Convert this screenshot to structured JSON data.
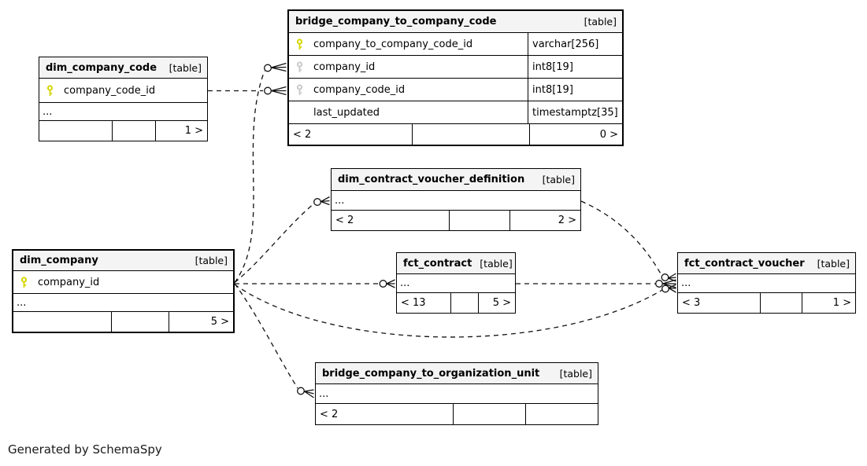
{
  "note": "Generated by SchemaSpy",
  "colors": {
    "primary_key": "#d6d600",
    "foreign_key": "#c9c9c9",
    "header_bg": "#f4f4f4",
    "border": "#000000"
  },
  "tables": {
    "bridge_company_to_company_code": {
      "name": "bridge_company_to_company_code",
      "badge": "[table]",
      "columns": [
        {
          "name": "company_to_company_code_id",
          "type": "varchar[256]",
          "key": "primary"
        },
        {
          "name": "company_id",
          "type": "int8[19]",
          "key": "foreign"
        },
        {
          "name": "company_code_id",
          "type": "int8[19]",
          "key": "foreign"
        },
        {
          "name": "last_updated",
          "type": "timestamptz[35]",
          "key": "none"
        }
      ],
      "footer": {
        "left": "< 2",
        "mid": "",
        "right": "0 >"
      }
    },
    "dim_company_code": {
      "name": "dim_company_code",
      "badge": "[table]",
      "columns": [
        {
          "name": "company_code_id",
          "key": "primary"
        }
      ],
      "ellipsis": "...",
      "footer": {
        "left": "",
        "mid": "",
        "right": "1 >"
      }
    },
    "dim_company": {
      "name": "dim_company",
      "badge": "[table]",
      "columns": [
        {
          "name": "company_id",
          "key": "primary"
        }
      ],
      "ellipsis": "...",
      "footer": {
        "left": "",
        "mid": "",
        "right": "5 >"
      }
    },
    "dim_contract_voucher_definition": {
      "name": "dim_contract_voucher_definition",
      "badge": "[table]",
      "ellipsis": "...",
      "footer": {
        "left": "< 2",
        "mid": "",
        "right": "2 >"
      }
    },
    "fct_contract": {
      "name": "fct_contract",
      "badge": "[table]",
      "ellipsis": "...",
      "footer": {
        "left": "< 13",
        "mid": "",
        "right": "5 >"
      }
    },
    "fct_contract_voucher": {
      "name": "fct_contract_voucher",
      "badge": "[table]",
      "ellipsis": "...",
      "footer": {
        "left": "< 3",
        "mid": "",
        "right": "1 >"
      }
    },
    "bridge_company_to_organization_unit": {
      "name": "bridge_company_to_organization_unit",
      "badge": "[table]",
      "ellipsis": "...",
      "footer": {
        "left": "< 2",
        "mid": "",
        "right": ""
      }
    }
  },
  "relationships": [
    {
      "from": "dim_company_code.company_code_id",
      "to": "bridge_company_to_company_code.company_code_id"
    },
    {
      "from": "dim_company.company_id",
      "to": "bridge_company_to_company_code.company_id"
    },
    {
      "from": "dim_company.company_id",
      "to": "dim_contract_voucher_definition"
    },
    {
      "from": "dim_company.company_id",
      "to": "fct_contract"
    },
    {
      "from": "dim_company.company_id",
      "to": "fct_contract_voucher"
    },
    {
      "from": "dim_company.company_id",
      "to": "bridge_company_to_organization_unit"
    },
    {
      "from": "dim_contract_voucher_definition",
      "to": "fct_contract_voucher"
    },
    {
      "from": "fct_contract",
      "to": "fct_contract_voucher"
    }
  ]
}
